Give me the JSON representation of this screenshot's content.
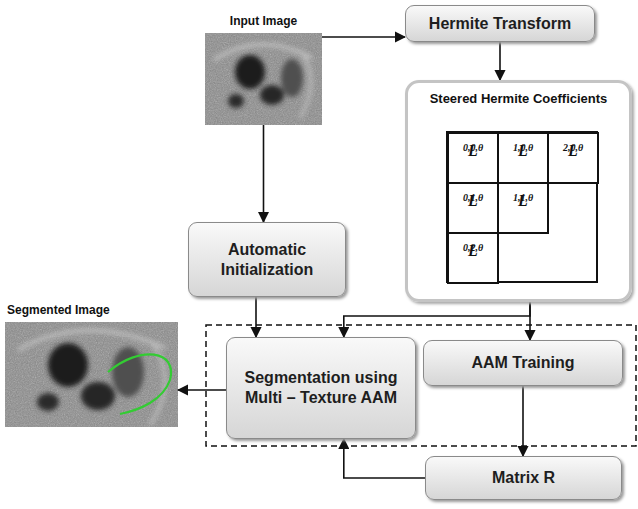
{
  "diagram": {
    "nodes": [
      {
        "text": [
          "Input Image"
        ]
      },
      {
        "text": [
          "Hermite Transform"
        ]
      },
      {
        "text": [
          "Steered Hermite Coefficients"
        ]
      },
      {
        "text": [
          "L",
          "0,0,θ"
        ],
        "in": 2
      },
      {
        "text": [
          "L",
          "1,0,θ"
        ],
        "in": 2
      },
      {
        "text": [
          "L",
          "2,0,θ"
        ],
        "in": 2
      },
      {
        "text": [
          "L",
          "0,1,θ"
        ],
        "in": 2
      },
      {
        "text": [
          "L",
          "1,1,θ"
        ],
        "in": 2
      },
      {
        "text": [
          "L",
          "0,2,θ"
        ],
        "in": 2
      },
      {
        "text": [
          "Automatic Initialization"
        ]
      },
      {
        "text": [
          "Segmentation using Multi – Texture AAM"
        ]
      },
      {
        "text": [
          "AAM Training"
        ]
      },
      {
        "text": [
          "Matrix R"
        ]
      },
      {
        "text": [
          "Segmented Image"
        ]
      }
    ],
    "edges": [
      {
        "from": 0,
        "to": 1,
        "arrow": "to"
      },
      {
        "from": 1,
        "to": 2,
        "arrow": "to"
      },
      {
        "from": 0,
        "to": 9,
        "arrow": "to"
      },
      {
        "from": 9,
        "to": 10,
        "arrow": "to"
      },
      {
        "from": 2,
        "to": 10,
        "arrow": "to"
      },
      {
        "from": 2,
        "to": 11,
        "arrow": "to"
      },
      {
        "from": 11,
        "to": 12,
        "arrow": "to"
      },
      {
        "from": 12,
        "to": 10,
        "arrow": "to"
      },
      {
        "from": 10,
        "to": 13,
        "arrow": "to"
      }
    ]
  }
}
